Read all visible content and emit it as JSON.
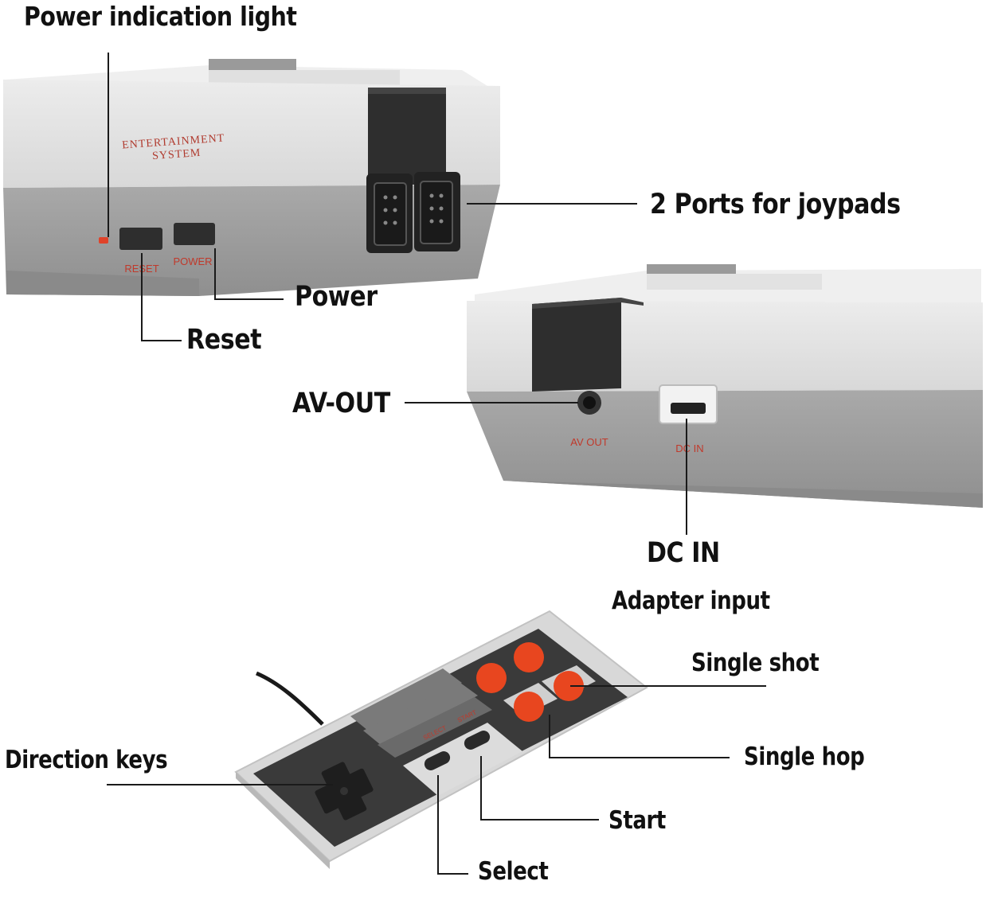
{
  "console": {
    "brand_line1": "ENTERTAINMENT",
    "brand_line2": "SYSTEM",
    "reset_label": "RESET",
    "power_label": "POWER",
    "av_out_label": "AV OUT",
    "dc_in_label": "DC IN"
  },
  "callouts": {
    "power_light": "Power indication light",
    "ports": "2 Ports for joypads",
    "power": "Power",
    "reset": "Reset",
    "av_out": "AV-OUT",
    "dc_in": "DC IN",
    "adapter": "Adapter input",
    "single_shot": "Single shot",
    "direction_keys": "Direction keys",
    "single_hop": "Single hop",
    "start": "Start",
    "select": "Select"
  },
  "controller": {
    "select_label": "SELECT",
    "start_label": "START"
  },
  "colors": {
    "body_light": "#e4e4e4",
    "body_dark": "#9e9e9e",
    "port_black": "#2b2b2b",
    "button_red": "#e8461f",
    "label_red": "#c0392b"
  }
}
